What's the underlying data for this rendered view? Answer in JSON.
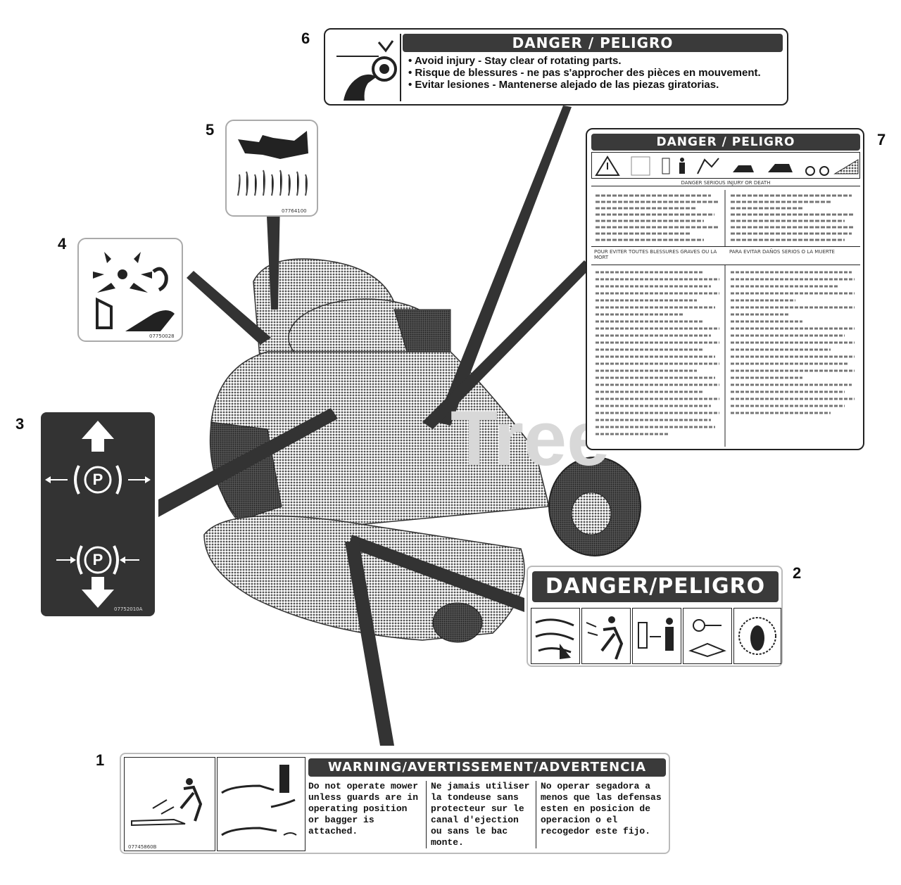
{
  "callouts": {
    "n1": "1",
    "n2": "2",
    "n3": "3",
    "n4": "4",
    "n5": "5",
    "n6": "6",
    "n7": "7"
  },
  "watermark": "Tree",
  "decal1": {
    "header": "WARNING/AVERTISSEMENT/ADVERTENCIA",
    "part_no": "07745860B",
    "col_en": "Do not operate mower unless guards are in operating position or bagger is attached.",
    "col_fr": "Ne jamais utiliser la tondeuse sans protecteur sur le canal d'ejection ou sans le bac monte.",
    "col_es": "No operar segadora a menos que las defensas esten en posicion de operacion o el recogedor este fijo."
  },
  "decal2": {
    "header": "DANGER/PELIGRO",
    "icons": [
      "blade-hazard-icon",
      "thrown-objects-icon",
      "keep-distance-icon",
      "read-manual-icon",
      "foot-hazard-icon"
    ]
  },
  "decal3": {
    "symbol": "P",
    "part_no": "07752010A"
  },
  "decal4": {
    "part_no": "07750028"
  },
  "decal5": {
    "part_no": "07764100"
  },
  "decal6": {
    "header": "DANGER / PELIGRO",
    "line1": "• Avoid injury - Stay clear of rotating parts.",
    "line2": "• Risque de blessures - ne pas s'approcher des pièces en mouvement.",
    "line3": "• Evitar lesiones - Mantenerse alejado de las piezas giratorias."
  },
  "decal7": {
    "header": "DANGER / PELIGRO",
    "subheader": "DANGER SERIOUS INJURY OR DEATH",
    "fr_header": "POUR EVITER TOUTES BLESSURES GRAVES OU LA MORT",
    "es_header": "PARA EVITAR DAÑOS SERIOS O LA MUERTE"
  },
  "colors": {
    "decal_dark": "#333333",
    "outline": "#222222",
    "watermark": "#d8d8d8"
  }
}
